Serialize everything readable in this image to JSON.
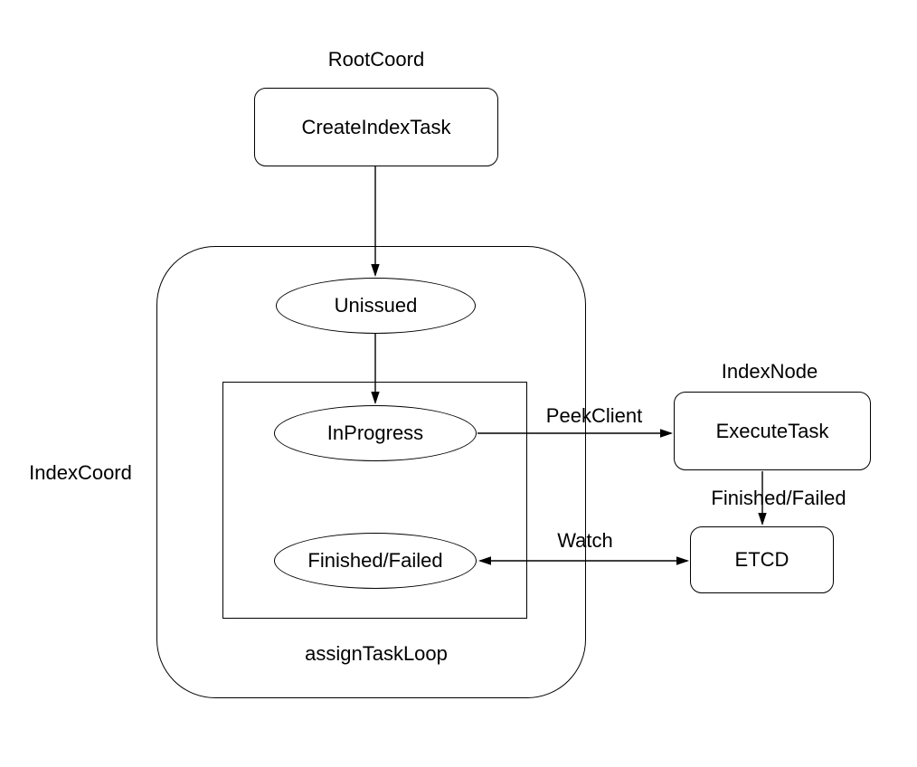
{
  "diagram": {
    "background": "#ffffff",
    "stroke": "#000000",
    "text_color": "#000000",
    "section_labels": {
      "root_coord": "RootCoord",
      "index_coord": "IndexCoord",
      "index_node": "IndexNode",
      "assign_task_loop": "assignTaskLoop"
    },
    "nodes": {
      "create_index_task": "CreateIndexTask",
      "unissued": "Unissued",
      "in_progress": "InProgress",
      "finished_failed": "Finished/Failed",
      "execute_task": "ExecuteTask",
      "etcd": "ETCD"
    },
    "edge_labels": {
      "peek_client": "PeekClient",
      "finished_failed": "Finished/Failed",
      "watch": "Watch"
    }
  }
}
